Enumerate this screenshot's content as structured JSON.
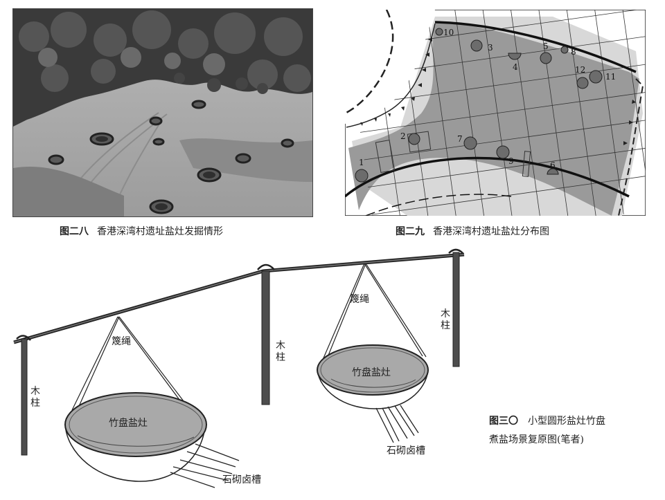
{
  "fig28": {
    "number": "图二八",
    "title": "香港深湾村遗址盐灶发掘情形"
  },
  "fig29": {
    "number": "图二九",
    "title": "香港深湾村遗址盐灶分布图",
    "features": [
      "1",
      "2",
      "3",
      "4",
      "5",
      "6",
      "7",
      "8",
      "9",
      "10",
      "11",
      "12"
    ]
  },
  "fig30": {
    "number": "图三〇",
    "title_line1": "小型圆形盐灶竹盘",
    "title_line2": "煮盐场景复原图(笔者)",
    "labels": {
      "post": "木柱",
      "rope": "篾绳",
      "pan": "竹盘盐灶",
      "trough": "石砌卤槽"
    }
  },
  "colors": {
    "map_fill": "#9a9a9a",
    "pan_fill": "#a9a9a9",
    "post": "#4d4d4d"
  }
}
